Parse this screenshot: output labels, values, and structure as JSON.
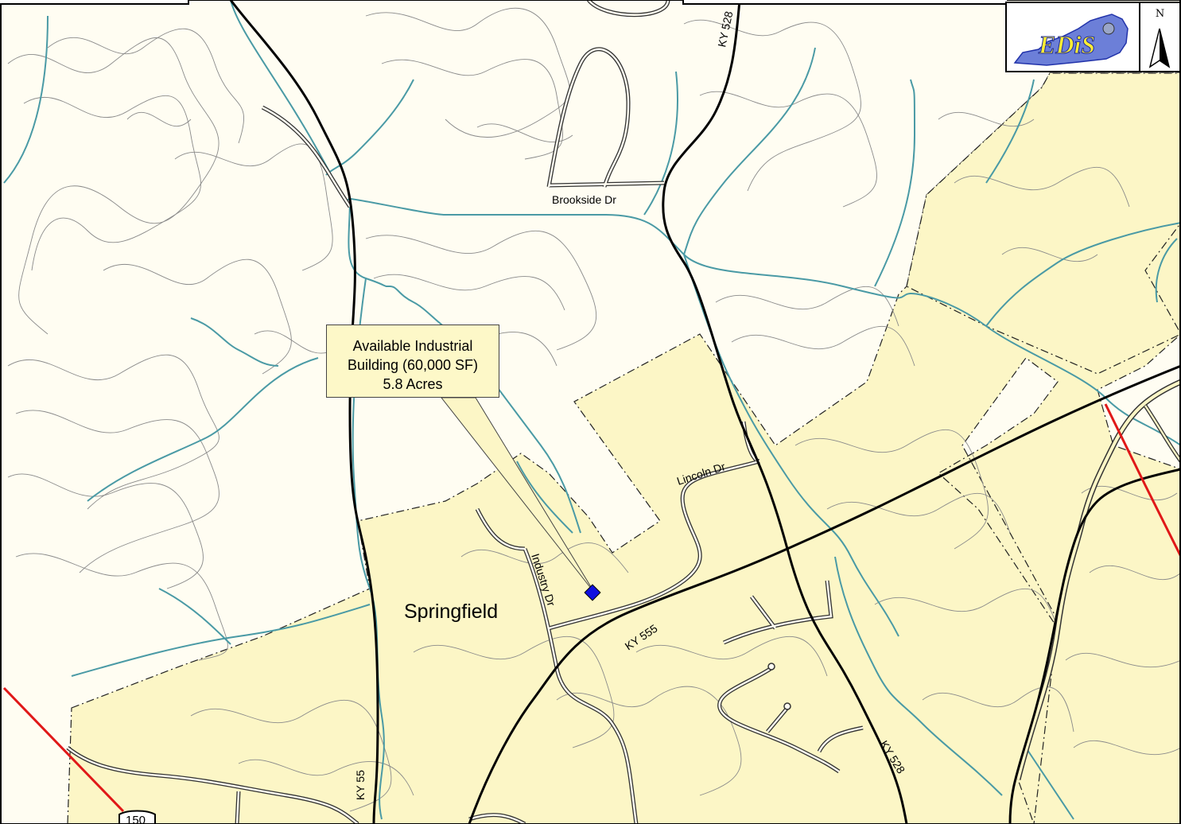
{
  "labels": {
    "brookside": "Brookside Dr",
    "lincoln": "Lincoln Dr",
    "industry": "Industry Dr",
    "ky555": "KY 555",
    "ky528_top": "KY 528",
    "ky528_bottom": "KY 528",
    "ky55": "KY 55",
    "us150": "150",
    "city": "Springfield"
  },
  "callout": {
    "line1": "Available Industrial",
    "line2": "Building (60,000 SF)",
    "line3": "5.8 Acres"
  },
  "logo": {
    "text": "EDiS"
  },
  "north": {
    "letter": "N"
  },
  "colors": {
    "background": "#fffdf2",
    "city_area": "#fcf6c6",
    "stream": "#4a9aa5",
    "contour": "#8a8a8a",
    "county_line": "#e01818",
    "site": "#1010e0"
  }
}
